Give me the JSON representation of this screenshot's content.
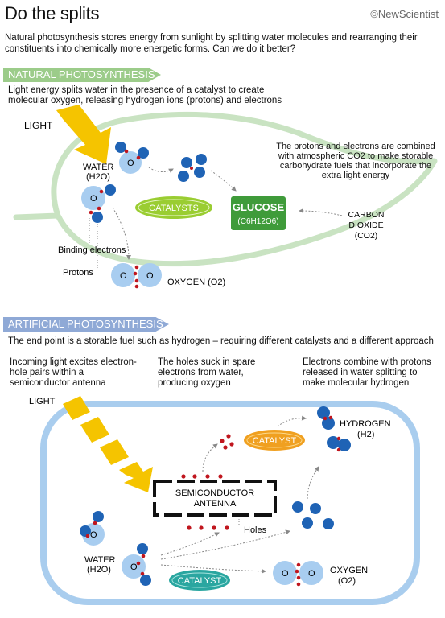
{
  "header": {
    "title": "Do the splits",
    "brand": "©NewScientist",
    "intro": "Natural photosynthesis stores energy from sunlight by splitting water molecules and rearranging their constituents into chemically more energetic forms. Can we do it better?"
  },
  "natural": {
    "banner": "NATURAL PHOTOSYNTHESIS",
    "subtitle": "Light energy splits water in the presence of a catalyst to create molecular oxygen, releasing hydrogen ions (protons) and electrons",
    "light": "LIGHT",
    "water": "WATER",
    "water_formula": "(H2O)",
    "catalysts": "CATALYSTS",
    "glucose": "GLUCOSE",
    "glucose_formula": "(C6H12O6)",
    "combine_note": "The protons and electrons are combined with atmospheric CO2 to make storable carbohydrate fuels that incorporate the extra light energy",
    "carbon": "CARBON",
    "dioxide": "DIOXIDE",
    "co2": "(CO2)",
    "binding_electrons": "Binding electrons",
    "protons": "Protons",
    "oxygen": "OXYGEN (O2)"
  },
  "artificial": {
    "banner": "ARTIFICIAL PHOTOSYNTHESIS",
    "subtitle": "The end point is a storable fuel such as hydrogen – requiring different catalysts and a different approach",
    "col1": "Incoming light excites electron-hole pairs within a semiconductor antenna",
    "col2": "The holes suck in spare electrons from water, producing oxygen",
    "col3": "Electrons combine with protons released in water splitting to make molecular hydrogen",
    "light": "LIGHT",
    "catalyst": "CATALYST",
    "hydrogen": "HYDROGEN",
    "h2": "(H2)",
    "antenna_line1": "SEMICONDUCTOR",
    "antenna_line2": "ANTENNA",
    "holes": "Holes",
    "water": "WATER",
    "water_formula": "(H2O)",
    "catalyst2": "CATALYST",
    "oxygen": "OXYGEN",
    "o2": "(O2)"
  },
  "colors": {
    "banner_green": "#9ccc8a",
    "banner_blue": "#8fa9d6",
    "leaf": "#c9e3c2",
    "cell": "#a9cdee",
    "light_arrow": "#f5c400",
    "catalyst_green": "#9acd32",
    "catalyst_orange": "#f0a020",
    "catalyst_teal": "#2aa6a0",
    "glucose": "#3f9b3a",
    "oxygen_atom": "#a8cdf0",
    "hydrogen_atom": "#1f63b5",
    "electron": "#c0161e"
  },
  "atoms": {
    "O": "O"
  }
}
